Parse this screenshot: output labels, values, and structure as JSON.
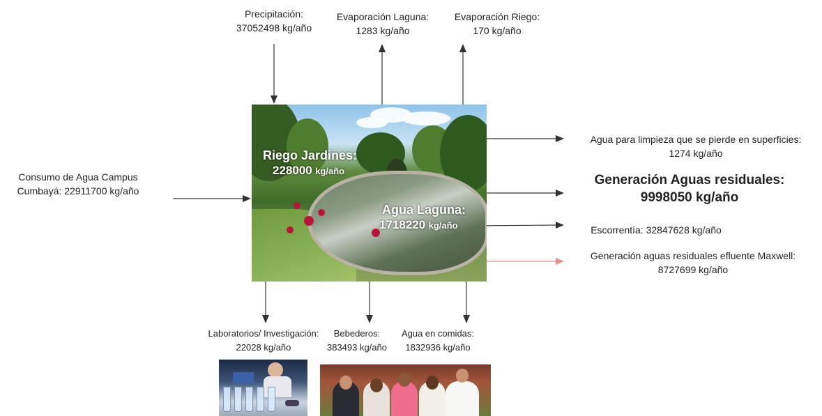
{
  "inputs": {
    "precipitation": {
      "label": "Precipitación:",
      "value": "37052498 kg/año"
    },
    "campus_consumption": {
      "label": "Consumo de Agua Campus",
      "value": "Cumbayá: 22911700 kg/año"
    }
  },
  "evaporation": {
    "lagoon": {
      "label": "Evaporación Laguna:",
      "value": "1283 kg/año"
    },
    "irrigation": {
      "label": "Evaporación Riego:",
      "value": "170 kg/año"
    }
  },
  "center": {
    "garden_irrigation": {
      "label": "Riego Jardines:",
      "number": "228000",
      "unit": "kg/año"
    },
    "lagoon_water": {
      "label": "Agua Laguna:",
      "number": "1718220",
      "unit": "kg/año"
    }
  },
  "outputs": {
    "cleaning_loss": {
      "label": "Agua para limpieza que se pierde en superficies:",
      "value": "1274 kg/año"
    },
    "wastewater": {
      "label": "Generación Aguas residuales:",
      "value": "9998050 kg/año"
    },
    "runoff": {
      "label": "Escorrentía: 32847628 kg/año"
    },
    "maxwell_effluent": {
      "label": "Generación aguas residuales efluente Maxwell:",
      "value": "8727699 kg/año"
    }
  },
  "uses": {
    "labs": {
      "label": "Laboratorios/ Investigación:",
      "value": "22028 kg/año"
    },
    "fountains": {
      "label": "Bebederos:",
      "value": "383493 kg/año"
    },
    "meals": {
      "label": "Agua en comidas:",
      "value": "1832936 kg/año"
    }
  },
  "colors": {
    "arrow": "#333333",
    "effluent_arrow": "#f08c8c"
  },
  "icons": {
    "photo_center": "garden-pond-photo",
    "photo_lab": "laboratory-photo",
    "photo_people": "students-photo"
  }
}
